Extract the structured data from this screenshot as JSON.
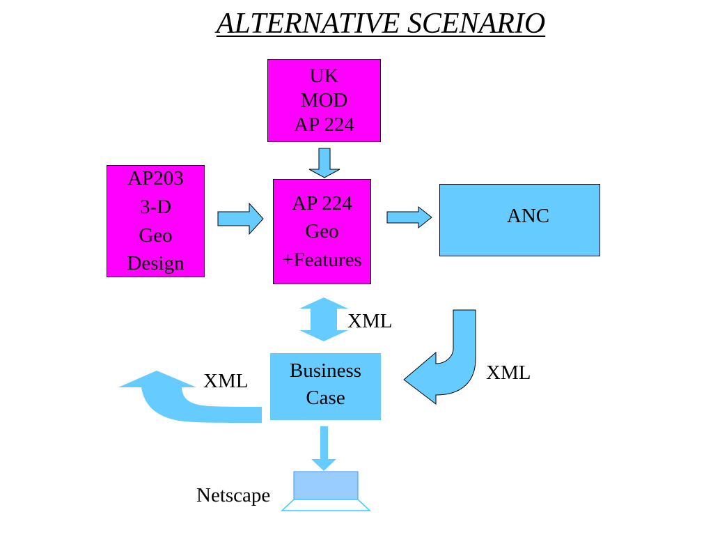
{
  "title": "ALTERNATIVE SCENARIO",
  "colors": {
    "magenta": "#ff00ff",
    "light_blue": "#66ccff",
    "arrow_blue": "#66ccff",
    "screen_blue": "#99ccff"
  },
  "boxes": {
    "uk_mod": {
      "lines": [
        "UK",
        "MOD",
        "AP 224"
      ]
    },
    "ap203": {
      "lines": [
        "AP203",
        "3-D",
        "Geo",
        "Design"
      ]
    },
    "ap224": {
      "lines": [
        "AP 224",
        "Geo",
        "+Features"
      ]
    },
    "anc": {
      "lines": [
        "ANC"
      ]
    },
    "business_case": {
      "lines": [
        "Business",
        "Case"
      ]
    }
  },
  "labels": {
    "xml_center": "XML",
    "xml_right": "XML",
    "xml_left": "XML",
    "netscape": "Netscape"
  }
}
